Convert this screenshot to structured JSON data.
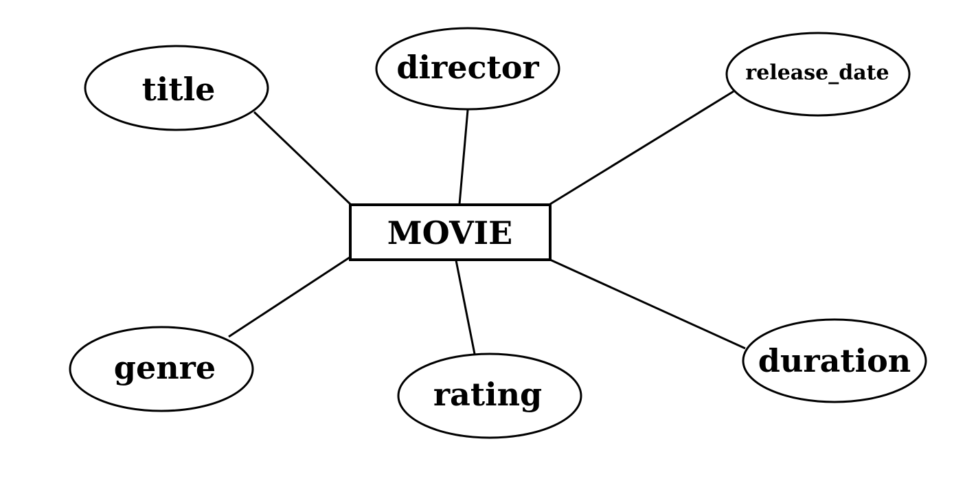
{
  "diagram": {
    "entity": {
      "label": "MOVIE"
    },
    "attributes": [
      {
        "id": "title",
        "label": "title"
      },
      {
        "id": "director",
        "label": "director"
      },
      {
        "id": "release_date",
        "label": "release_date"
      },
      {
        "id": "genre",
        "label": "genre"
      },
      {
        "id": "rating",
        "label": "rating"
      },
      {
        "id": "duration",
        "label": "duration"
      }
    ],
    "colors": {
      "stroke": "#000000",
      "fill": "#ffffff",
      "text": "#000000"
    }
  }
}
